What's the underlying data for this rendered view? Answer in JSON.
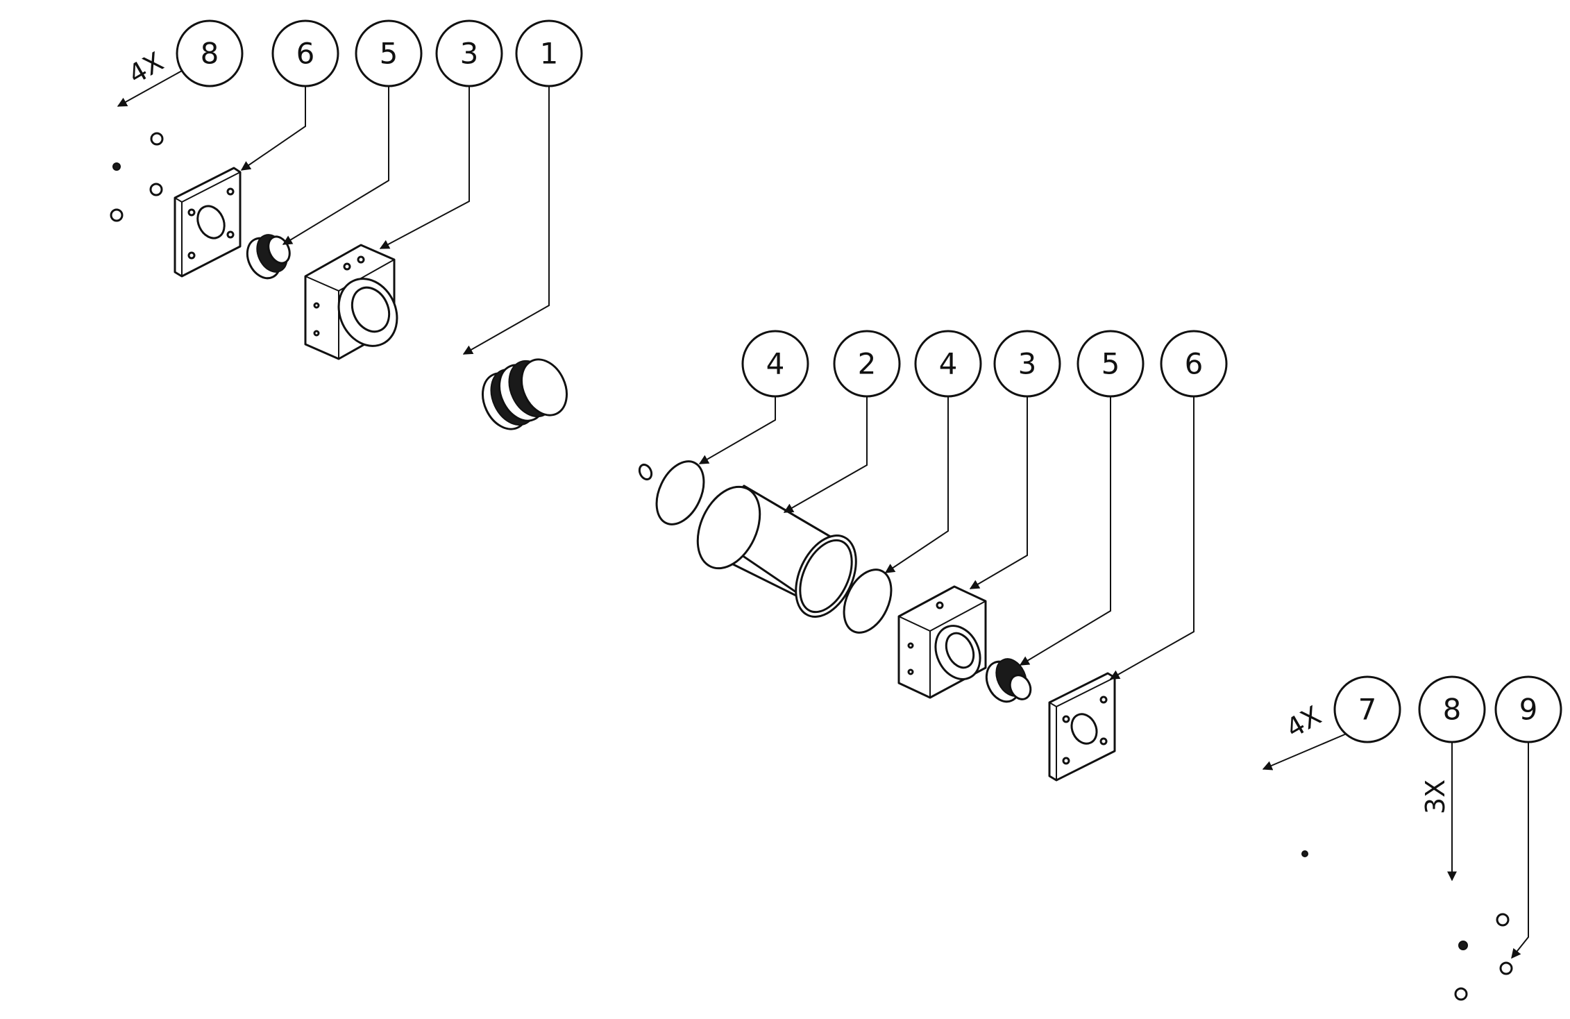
{
  "balloons": [
    {
      "id": "b8a",
      "label": "8"
    },
    {
      "id": "b6a",
      "label": "6"
    },
    {
      "id": "b5a",
      "label": "5"
    },
    {
      "id": "b3a",
      "label": "3"
    },
    {
      "id": "b1",
      "label": "1"
    },
    {
      "id": "b4a",
      "label": "4"
    },
    {
      "id": "b2",
      "label": "2"
    },
    {
      "id": "b4b",
      "label": "4"
    },
    {
      "id": "b3b",
      "label": "3"
    },
    {
      "id": "b5b",
      "label": "5"
    },
    {
      "id": "b6b",
      "label": "6"
    },
    {
      "id": "b7",
      "label": "7"
    },
    {
      "id": "b8b",
      "label": "8"
    },
    {
      "id": "b9",
      "label": "9"
    }
  ],
  "quantity_notes": {
    "q8a": "4X",
    "q7": "4X",
    "q8b": "3X"
  },
  "colors": {
    "line": "#111111",
    "background": "#ffffff"
  }
}
